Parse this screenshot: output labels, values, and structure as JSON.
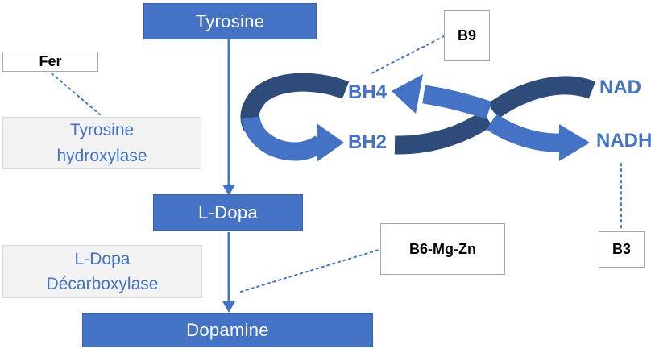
{
  "pathway": {
    "substrates": {
      "tyrosine": {
        "label": "Tyrosine"
      },
      "ldopa": {
        "label": "L-Dopa"
      },
      "dopamine": {
        "label": "Dopamine"
      }
    },
    "enzymes": {
      "tyrosine_hydroxylase": {
        "line1": "Tyrosine",
        "line2": "hydroxylase"
      },
      "ldopa_decarboxylase": {
        "line1": "L-Dopa",
        "line2": "Décarboxylase"
      }
    },
    "cofactor_boxes": {
      "fer": {
        "label": "Fer"
      },
      "b9": {
        "label": "B9"
      },
      "b6_mg_zn": {
        "label": "B6-Mg-Zn"
      },
      "b3": {
        "label": "B3"
      }
    },
    "redox_cycle": {
      "bh4": {
        "label": "BH4"
      },
      "bh2": {
        "label": "BH2"
      },
      "nad": {
        "label": "NAD"
      },
      "nadh": {
        "label": "NADH"
      }
    },
    "colors": {
      "node_fill": "#4472C4",
      "node_text": "#FFFFFF",
      "enzyme_fill": "#F2F2F2",
      "enzyme_border": "#D9D9D9",
      "enzyme_text": "#4472C4",
      "cofactor_border": "#A6A6A6",
      "cofactor_text": "#000000",
      "ribbon_dark": "#2E4B7A",
      "ribbon_light": "#4472C4",
      "connector": "#4472C4"
    }
  }
}
